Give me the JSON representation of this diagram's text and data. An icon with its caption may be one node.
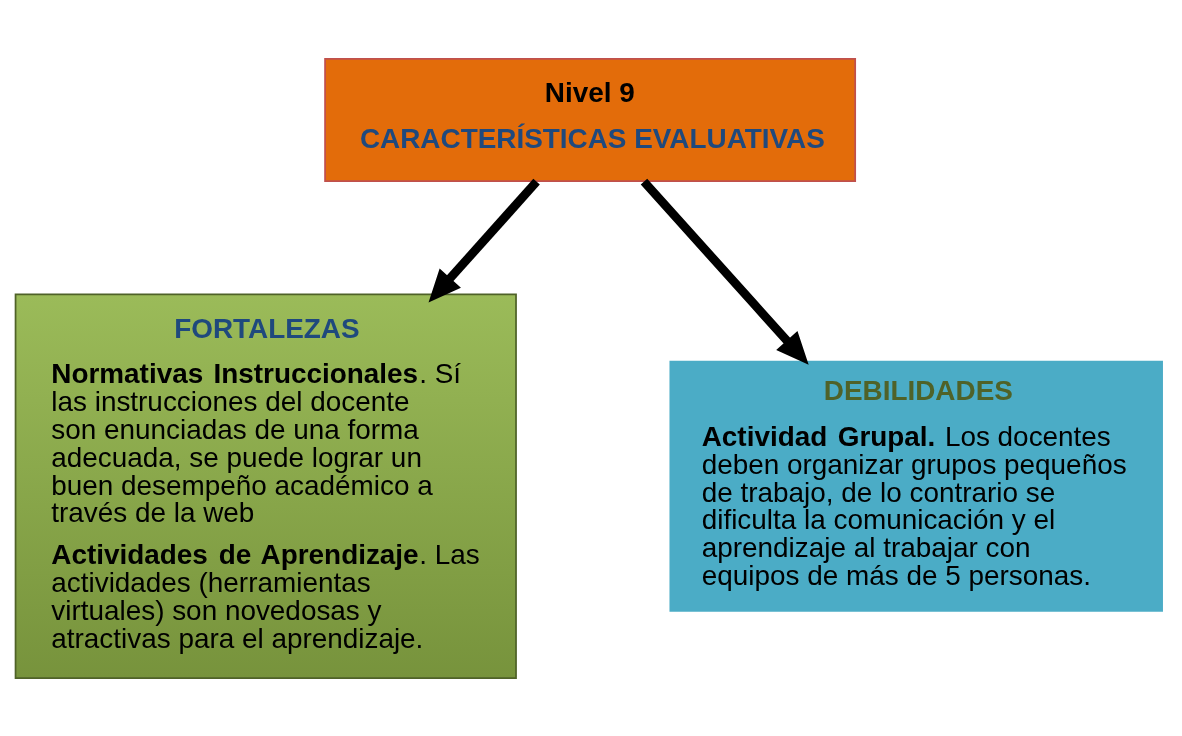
{
  "diagram": {
    "nodes": [
      {
        "text": [
          "Nivel 9",
          "CARACTERÍSTICAS EVALUATIVAS"
        ]
      },
      {
        "text": [
          "FORTALEZAS",
          "**Normativas Instruccionales**. Sí las instrucciones del docente son enunciadas de una forma adecuada, se puede lograr un buen desempeño académico a través de la web",
          "**Actividades de Aprendizaje**. Las actividades (herramientas virtuales) son novedosas y atractivas para el aprendizaje."
        ]
      },
      {
        "text": [
          "DEBILIDADES",
          "**Actividad Grupal.** Los docentes deben organizar grupos pequeños de trabajo, de lo contrario se dificulta la comunicación y el aprendizaje al trabajar con equipos de más de 5 personas."
        ]
      }
    ],
    "edges": [
      {
        "from": 0,
        "to": 1,
        "arrow": "to"
      },
      {
        "from": 0,
        "to": 2,
        "arrow": "to"
      }
    ]
  }
}
